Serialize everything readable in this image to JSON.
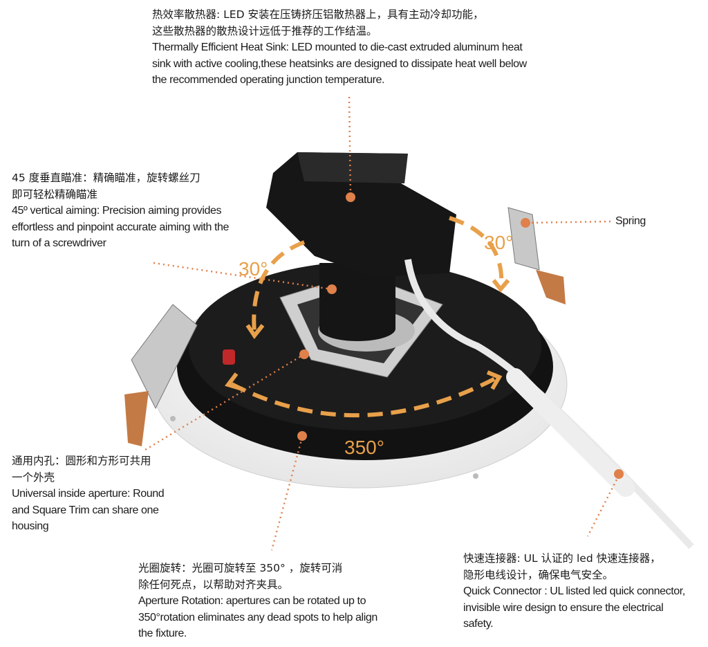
{
  "heat_sink": {
    "cn": [
      "热效率散热器: LED 安装在压铸挤压铝散热器上，具有主动冷却功能，",
      "这些散热器的散热设计远低于推荐的工作结温。"
    ],
    "en": [
      "Thermally Efficient Heat Sink: LED mounted to die-cast extruded aluminum heat",
      "sink with active cooling,these heatsinks are designed to dissipate heat well below",
      "the recommended operating junction temperature."
    ]
  },
  "aiming": {
    "cn": [
      "45 度垂直瞄准：精确瞄准，旋转螺丝刀",
      "即可轻松精确瞄准"
    ],
    "en": [
      "45º vertical aiming: Precision aiming provides",
      "effortless and pinpoint accurate aiming with the",
      "turn of a screwdriver"
    ]
  },
  "spring": {
    "label": "Spring"
  },
  "aperture": {
    "cn": [
      "通用内孔：圆形和方形可共用",
      "一个外壳"
    ],
    "en": [
      "Universal inside aperture: Round",
      "and Square Trim can share one",
      "housing"
    ]
  },
  "rotation": {
    "cn": [
      "光圈旋转：光圈可旋转至 350° ，旋转可消",
      "除任何死点，以帮助对齐夹具。"
    ],
    "en": [
      "Aperture Rotation: apertures can be rotated up to",
      "350°rotation eliminates any dead spots to help align",
      "the fixture."
    ]
  },
  "connector": {
    "cn": [
      "快速连接器: UL 认证的 led 快速连接器，",
      "隐形电线设计，确保电气安全。"
    ],
    "en": [
      "Quick Connector : UL listed led quick connector,",
      "invisible wire design to ensure the electrical",
      "safety."
    ]
  },
  "angles": {
    "left": "30°",
    "right": "30°",
    "bottom": "350°"
  },
  "colors": {
    "accent": "#e8a04a",
    "pointer": "#e0804a",
    "fixture": "#111111"
  }
}
